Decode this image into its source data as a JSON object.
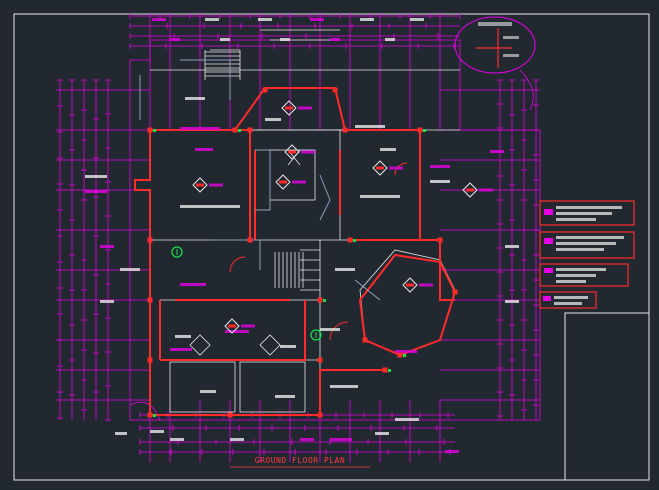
{
  "drawing": {
    "title": "GROUND FLOOR PLAN",
    "colors": {
      "background": "#212830",
      "border": "#e8e8e8",
      "dimension": "#e600e6",
      "wall": "#ff2a2a",
      "structure": "#e8e8e8",
      "node_green": "#14e04a",
      "cyan": "#3fb5ff",
      "grey_wall": "#8fa0b8"
    }
  },
  "legend": {
    "items": [
      {
        "id": "legend-1",
        "label": ""
      },
      {
        "id": "legend-2",
        "label": ""
      },
      {
        "id": "legend-3",
        "label": ""
      },
      {
        "id": "legend-4",
        "label": ""
      }
    ]
  }
}
